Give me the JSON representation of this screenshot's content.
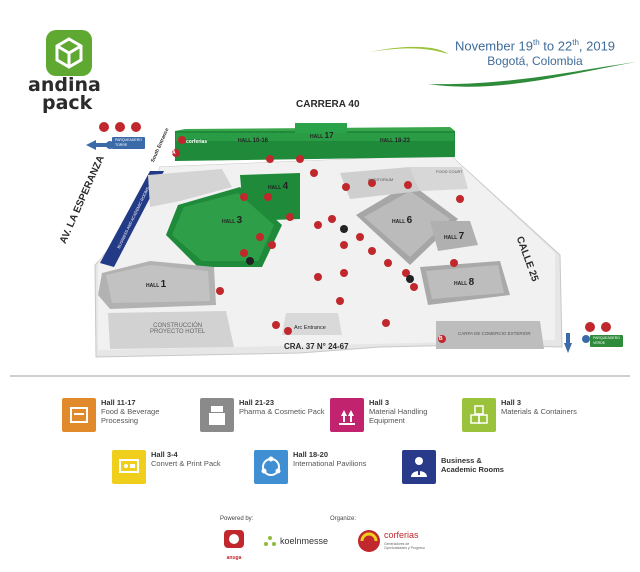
{
  "logo": {
    "line1": "andina",
    "line2": "pack"
  },
  "event": {
    "dates": {
      "prefix": "November ",
      "d1": "19",
      "sup1": "th",
      "mid": " to ",
      "d2": "22",
      "sup2": "th",
      "suffix": ", 2019"
    },
    "city": "Bogotá, Colombia"
  },
  "map": {
    "streets": {
      "north": "CARRERA 40",
      "west": "AV. LA ESPERANZA",
      "east": "CALLE 25",
      "south": "CRA. 37 N° 24-67",
      "south_entrance": "South Entrance"
    },
    "entrance": "Arc Entrance",
    "halls": {
      "h17": "17",
      "h10_16": "10-16",
      "h18_23": "18-23",
      "h4": "4",
      "h3": "3",
      "h6": "6",
      "h7": "7",
      "h8": "8",
      "h1": "1"
    },
    "hall_word": "HALL",
    "labels": {
      "construction": "CONSTRUCCIÓN\nPROYECTO HOTEL",
      "carpa": "CARPA DE COMERCIO EXTERIOR",
      "auditorium": "AUDITORIUM",
      "food_court": "FOOD COURT",
      "business_rooms": "BUSINESS AND ACADEMIC ROOMS",
      "corferias_banner": "corferias",
      "parking_west": "PARQUEADERO\nTORRE",
      "parking_east": "PARQUEADERO\nVERDE"
    },
    "corner_labels": {
      "corner_a": "A",
      "corner_b": "B"
    }
  },
  "legend": [
    {
      "hall": "Hall 11-17",
      "desc": "Food & Beverage\nProcessing",
      "color": "#e08a2c",
      "icon": "food-icon"
    },
    {
      "hall": "Hall 21-23",
      "desc": "Pharma & Cosmetic Pack",
      "color": "#8a8a8a",
      "icon": "pharma-icon"
    },
    {
      "hall": "Hall 3",
      "desc": "Material Handling\nEquipment",
      "color": "#c2236e",
      "icon": "handling-icon"
    },
    {
      "hall": "Hall 3",
      "desc": "Materials & Containers",
      "color": "#9bc23b",
      "icon": "containers-icon"
    },
    {
      "hall": "Hall 3-4",
      "desc": "Convert & Print Pack",
      "color": "#f0cf1c",
      "icon": "convert-icon"
    },
    {
      "hall": "Hall 18-20",
      "desc": "International Pavilions",
      "color": "#3f8fd2",
      "icon": "international-icon"
    },
    {
      "hall": "Business &",
      "desc": "Academic Rooms",
      "color": "#2a3a8a",
      "icon": "business-icon"
    }
  ],
  "footer": {
    "powered_by": "Powered by:",
    "organize": "Organize:",
    "anuga": "anuga",
    "koelnmesse": "koelnmesse",
    "corferias": "corferias",
    "corferias_sub": "Generadores de\nOportunidades y Progreso"
  },
  "colors": {
    "green": "#1e8a3a",
    "hall_green": "#2f9a3f",
    "grey": "#a8a8a8",
    "blue": "#3a6aa8",
    "red": "#c0282d"
  }
}
